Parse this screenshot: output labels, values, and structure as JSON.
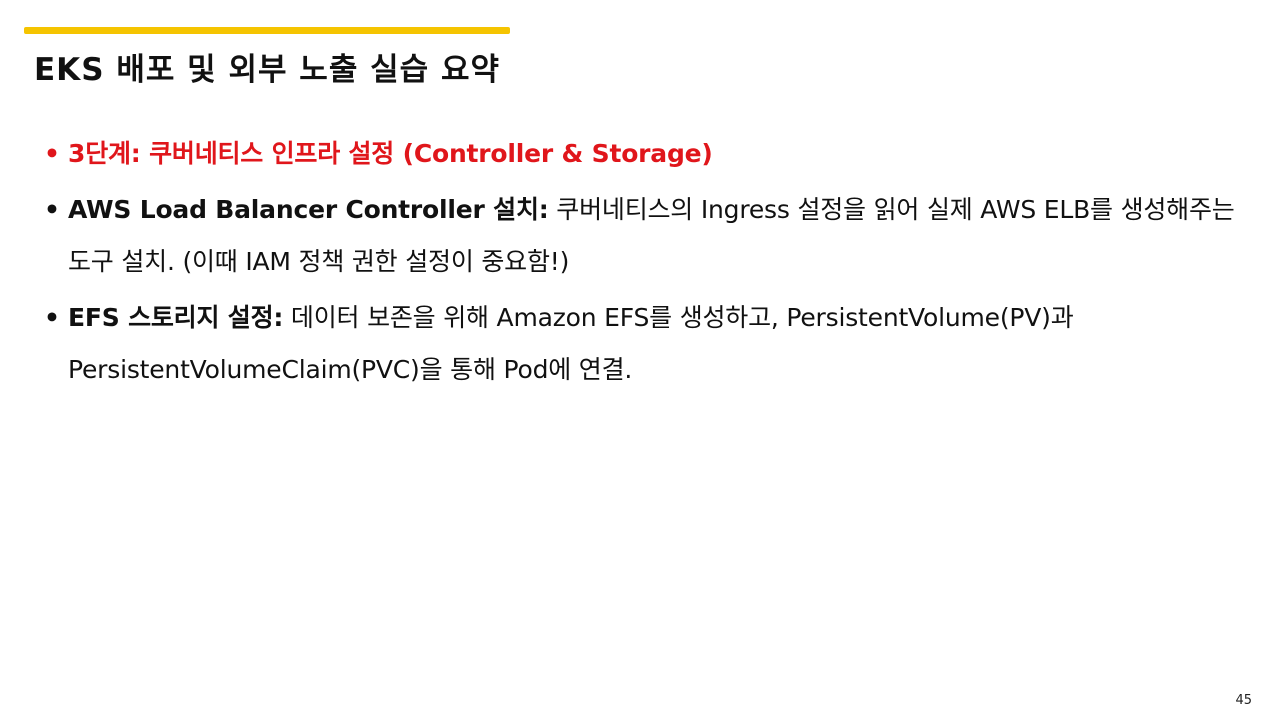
{
  "slide": {
    "title": "EKS 배포 및 외부 노출 실습 요약",
    "page_number": "45"
  },
  "bullets": [
    {
      "marker": "•",
      "term": "3단계: 쿠버네티스 인프라 설정 (Controller & Storage)",
      "text": ""
    },
    {
      "marker": "•",
      "term": "AWS Load Balancer Controller 설치:",
      "text": " 쿠버네티스의 Ingress 설정을 읽어 실제 AWS ELB를 생성해주는 도구 설치. (이때 IAM 정책 권한 설정이 중요함!)"
    },
    {
      "marker": "•",
      "term": "EFS 스토리지 설정:",
      "text": " 데이터 보존을 위해 Amazon EFS를 생성하고, PersistentVolume(PV)과 PersistentVolumeClaim(PVC)을 통해 Pod에 연결."
    }
  ],
  "colors": {
    "accent_bar": "#f5c400",
    "highlight": "#e0161b",
    "text": "#111111"
  }
}
